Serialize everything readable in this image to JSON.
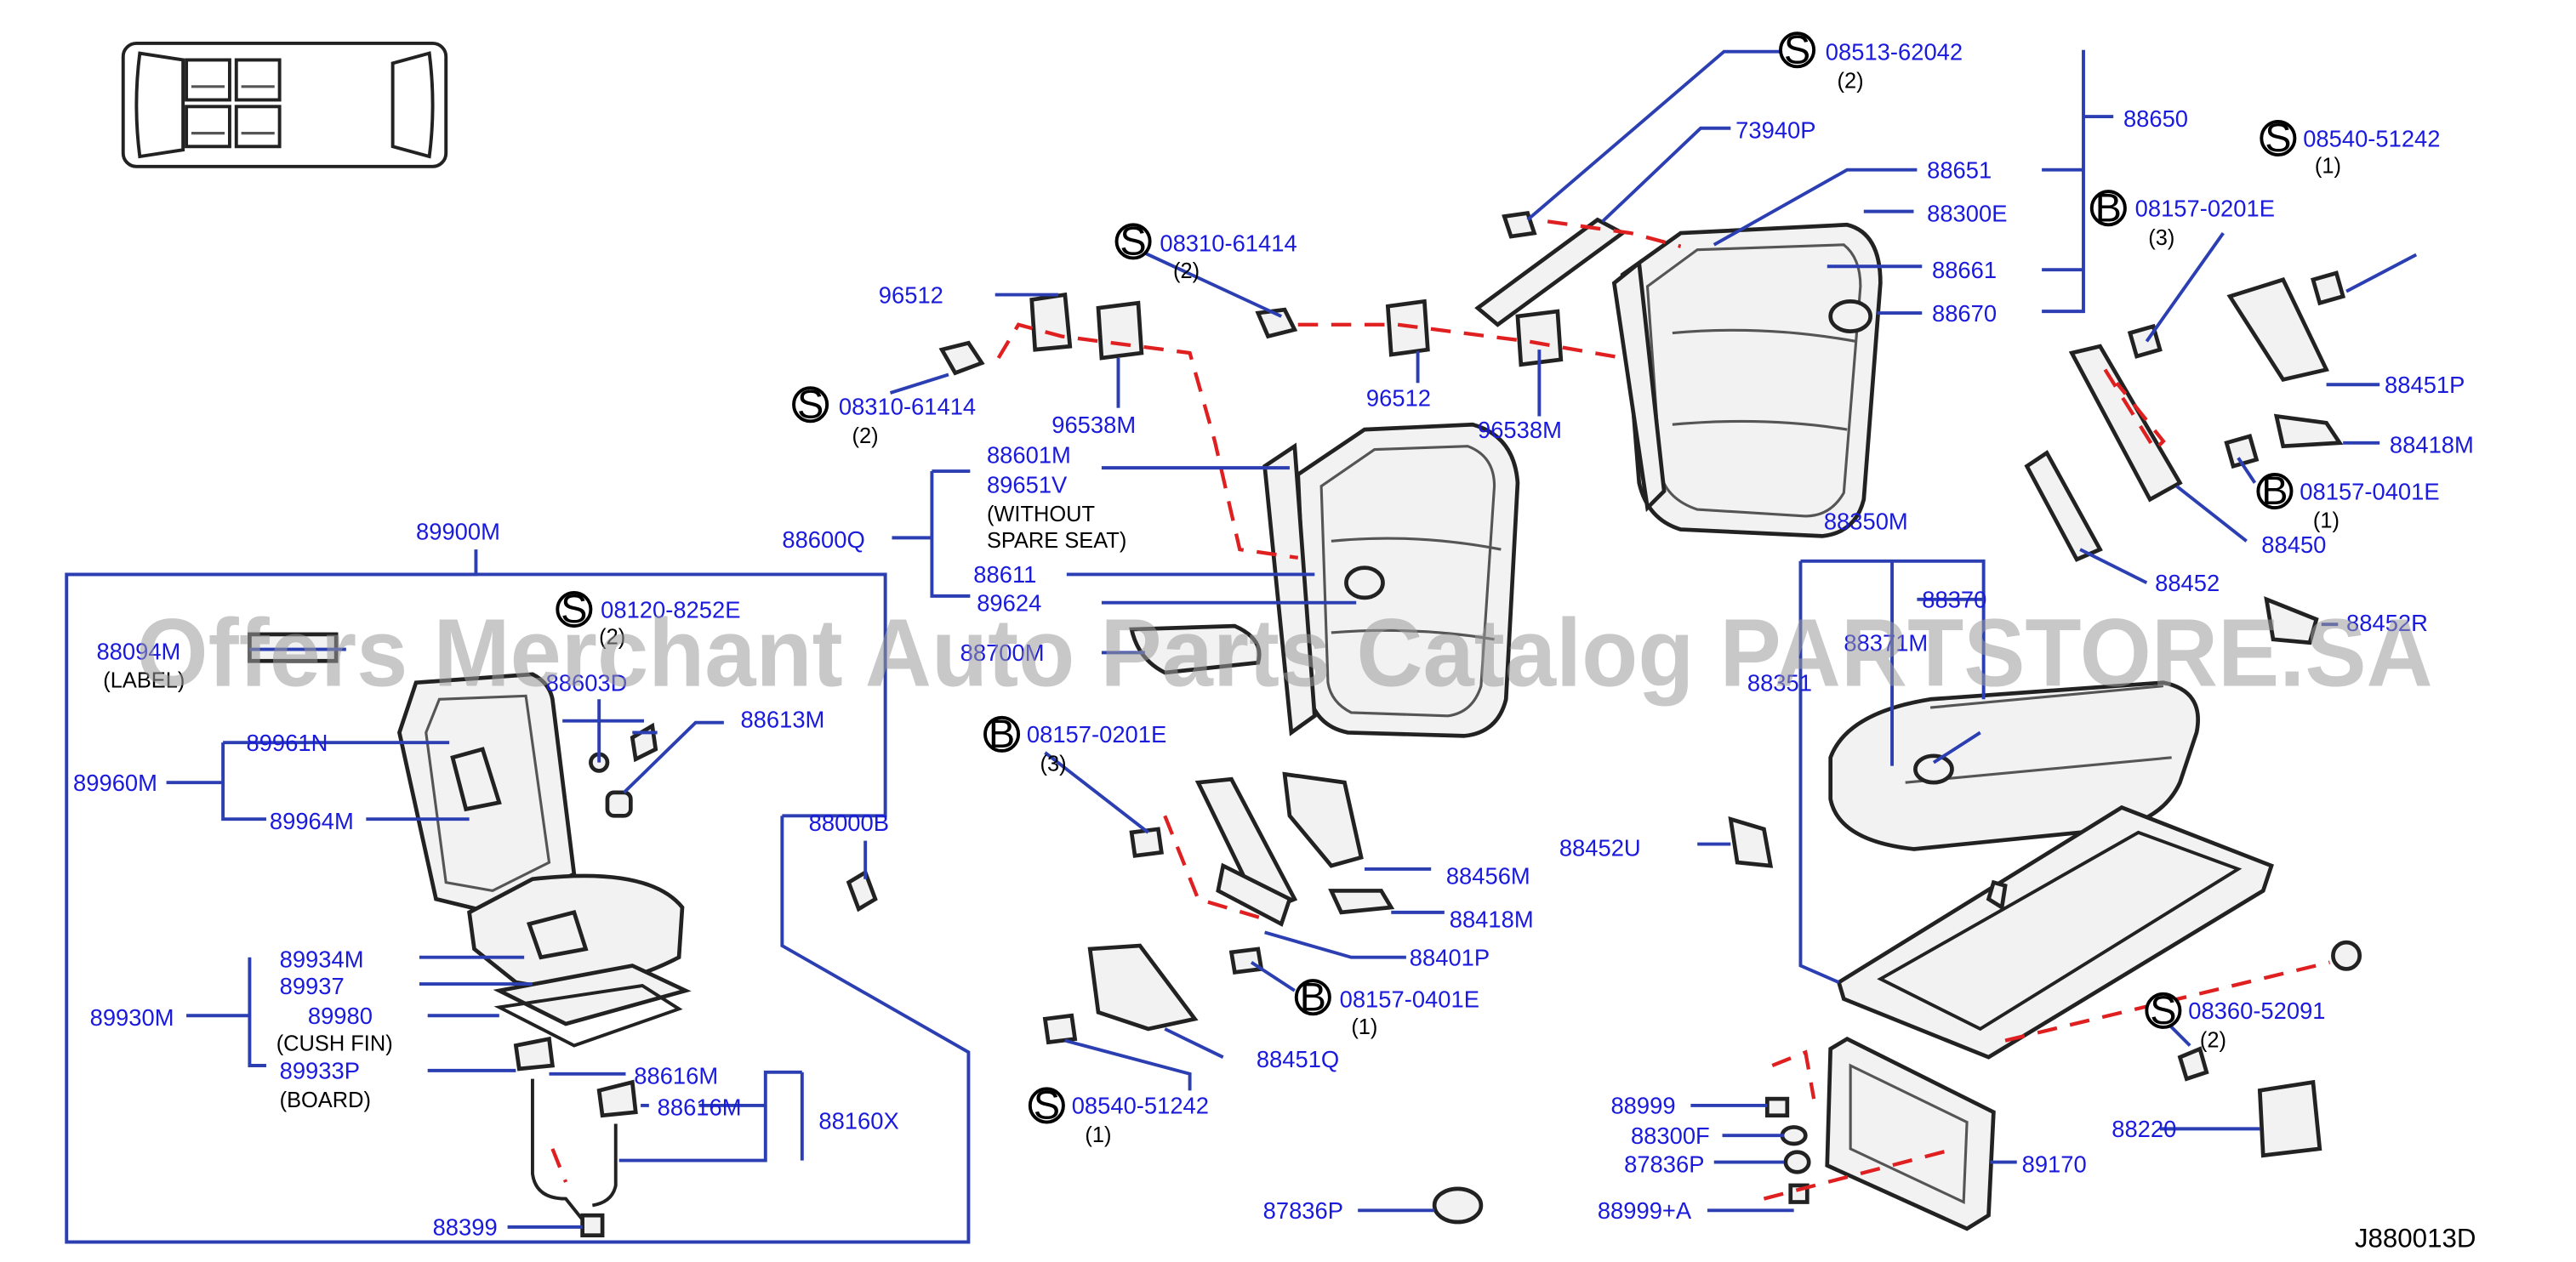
{
  "diagram_code": "J880013D",
  "watermark": "Offers Merchant Auto Parts Catalog PARTSTORE.SA",
  "part_labels": {
    "p1": "08513-62042",
    "p1q": "(2)",
    "p2": "73940P",
    "p3": "88650",
    "p4": "88651",
    "p5": "88300E",
    "p6": "88661",
    "p7": "88670",
    "p8": "08540-51242",
    "p8q": "(1)",
    "p9": "08157-0201E",
    "p9q": "(3)",
    "p10": "08310-61414",
    "p10q": "(2)",
    "p11": "96512",
    "p12": "08310-61414",
    "p12q": "(2)",
    "p13": "96538M",
    "p14": "96512",
    "p15": "96538M",
    "p16": "88451P",
    "p17": "88418M",
    "p18": "08157-0401E",
    "p18q": "(1)",
    "p19": "88450",
    "p20": "88601M",
    "p21": "89651V",
    "p21n1": "(WITHOUT",
    "p21n2": "SPARE   SEAT)",
    "p22": "88600Q",
    "p23": "88611",
    "p24": "89624",
    "p25": "88350M",
    "p26": "88370",
    "p27": "88452",
    "p28": "88452R",
    "p29": "89900M",
    "p30": "08120-8252E",
    "p30q": "(2)",
    "p31": "88603D",
    "p32": "88613M",
    "p33": "88094M",
    "p33n": "(LABEL)",
    "p34": "89961N",
    "p35": "89960M",
    "p36": "89964M",
    "p37": "88000B",
    "p38": "08157-0201E",
    "p38q": "(3)",
    "p39": "88351",
    "p40": "88371M",
    "p41": "88700M",
    "p42": "88456M",
    "p43": "88452U",
    "p44": "88418M",
    "p45": "89934M",
    "p46": "89937",
    "p47": "89930M",
    "p48": "89980",
    "p48n": "(CUSH   FIN)",
    "p49": "89933P",
    "p49n": "(BOARD)",
    "p50": "88616M",
    "p51": "88616M",
    "p52": "88160X",
    "p53": "88399",
    "p54": "88401P",
    "p55": "08157-0401E",
    "p55q": "(1)",
    "p56": "88451Q",
    "p57": "08540-51242",
    "p57q": "(1)",
    "p58": "08360-52091",
    "p58q": "(2)",
    "p59": "88220",
    "p60": "88999",
    "p61": "88300F",
    "p62": "87836P",
    "p63": "89170",
    "p64": "88999+A",
    "p65": "87836P"
  },
  "callout_symbols": {
    "s": "S",
    "b": "B"
  }
}
